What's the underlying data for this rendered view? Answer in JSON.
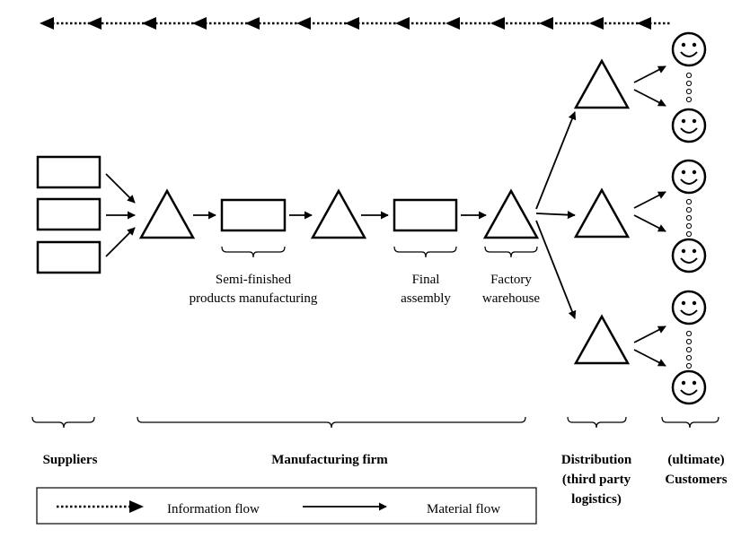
{
  "stage_labels": {
    "semi_finished": [
      "Semi-finished",
      "products manufacturing"
    ],
    "final_assembly": [
      "Final",
      "assembly"
    ],
    "factory_warehouse": [
      "Factory",
      "warehouse"
    ]
  },
  "group_labels": {
    "suppliers": "Suppliers",
    "manufacturing_firm": "Manufacturing firm",
    "distribution": [
      "Distribution",
      "(third party",
      "logistics)"
    ],
    "customers": [
      "(ultimate)",
      "Customers"
    ]
  },
  "legend": {
    "information_flow": "Information flow",
    "material_flow": "Material flow"
  }
}
